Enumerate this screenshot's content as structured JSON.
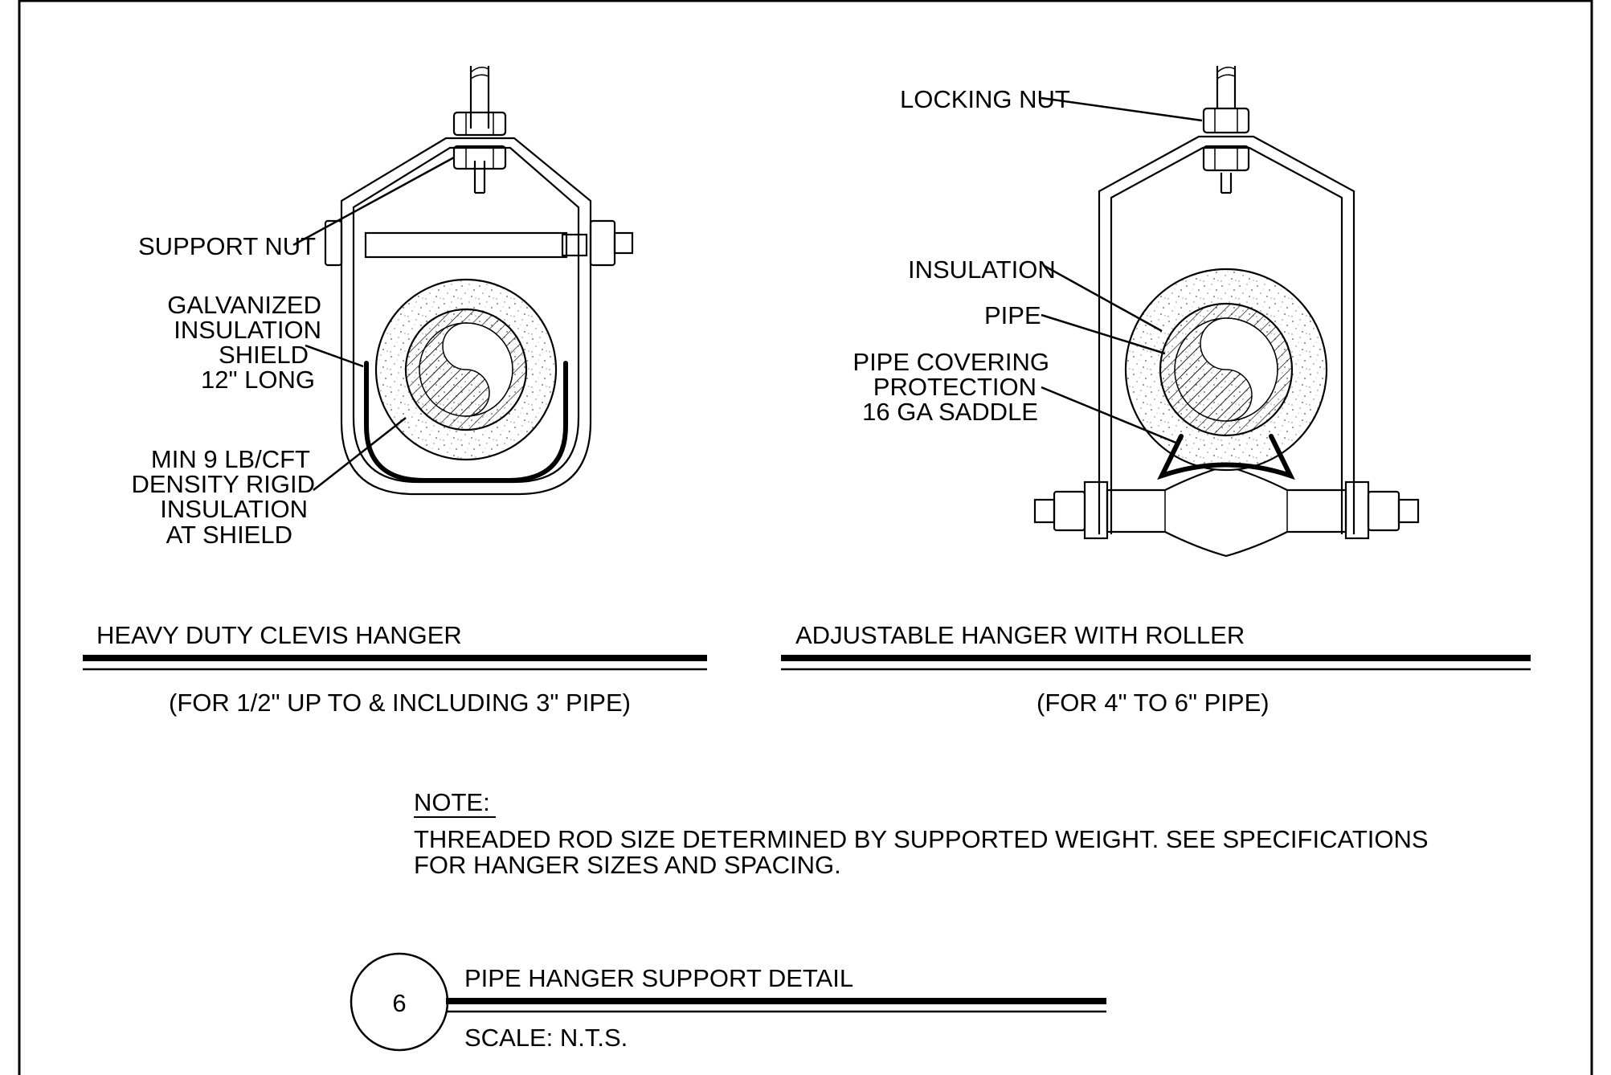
{
  "left_detail": {
    "title": "HEAVY DUTY CLEVIS HANGER",
    "subtitle": "(FOR 1/2\" UP TO & INCLUDING 3\" PIPE)",
    "labels": {
      "support_nut": "SUPPORT NUT",
      "shield": [
        "GALVANIZED",
        "INSULATION",
        "SHIELD",
        "12\" LONG"
      ],
      "insulation": [
        "MIN 9 LB/CFT",
        "DENSITY RIGID",
        "INSULATION",
        "AT SHIELD"
      ]
    }
  },
  "right_detail": {
    "title": "ADJUSTABLE HANGER WITH ROLLER",
    "subtitle": "(FOR 4\" TO 6\" PIPE)",
    "labels": {
      "locking_nut": "LOCKING NUT",
      "insulation": "INSULATION",
      "pipe": "PIPE",
      "saddle": [
        "PIPE COVERING",
        "PROTECTION",
        "16 GA SADDLE"
      ]
    }
  },
  "note": {
    "heading": "NOTE:",
    "lines": [
      "THREADED ROD SIZE DETERMINED BY SUPPORTED WEIGHT. SEE SPECIFICATIONS",
      "FOR HANGER SIZES AND SPACING."
    ]
  },
  "title_block": {
    "number": "6",
    "title": "PIPE HANGER SUPPORT DETAIL",
    "scale": "SCALE: N.T.S."
  }
}
